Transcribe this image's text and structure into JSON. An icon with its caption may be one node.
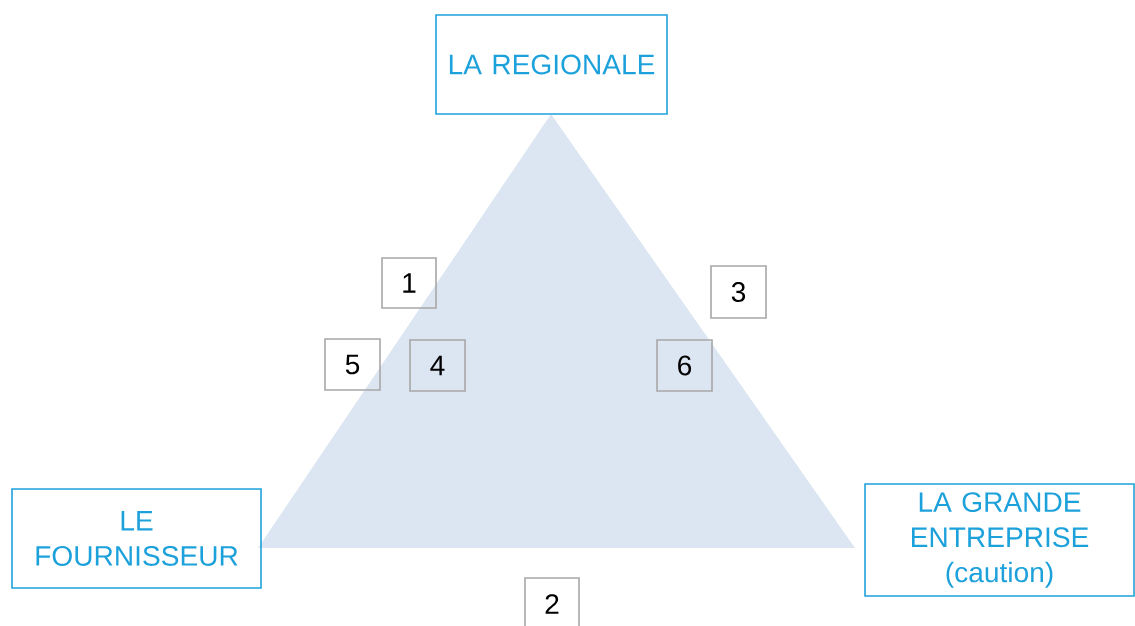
{
  "diagram": {
    "nodes": [
      {
        "text": [
          "LA REGIONALE"
        ]
      },
      {
        "text": [
          "1"
        ]
      },
      {
        "text": [
          "3"
        ]
      },
      {
        "text": [
          "5"
        ]
      },
      {
        "text": [
          "4"
        ]
      },
      {
        "text": [
          "6"
        ]
      },
      {
        "text": [
          "LE FOURNISSEUR"
        ]
      },
      {
        "text": [
          "LA GRANDE ENTREPRISE (caution)"
        ]
      },
      {
        "text": [
          "2"
        ]
      }
    ]
  }
}
